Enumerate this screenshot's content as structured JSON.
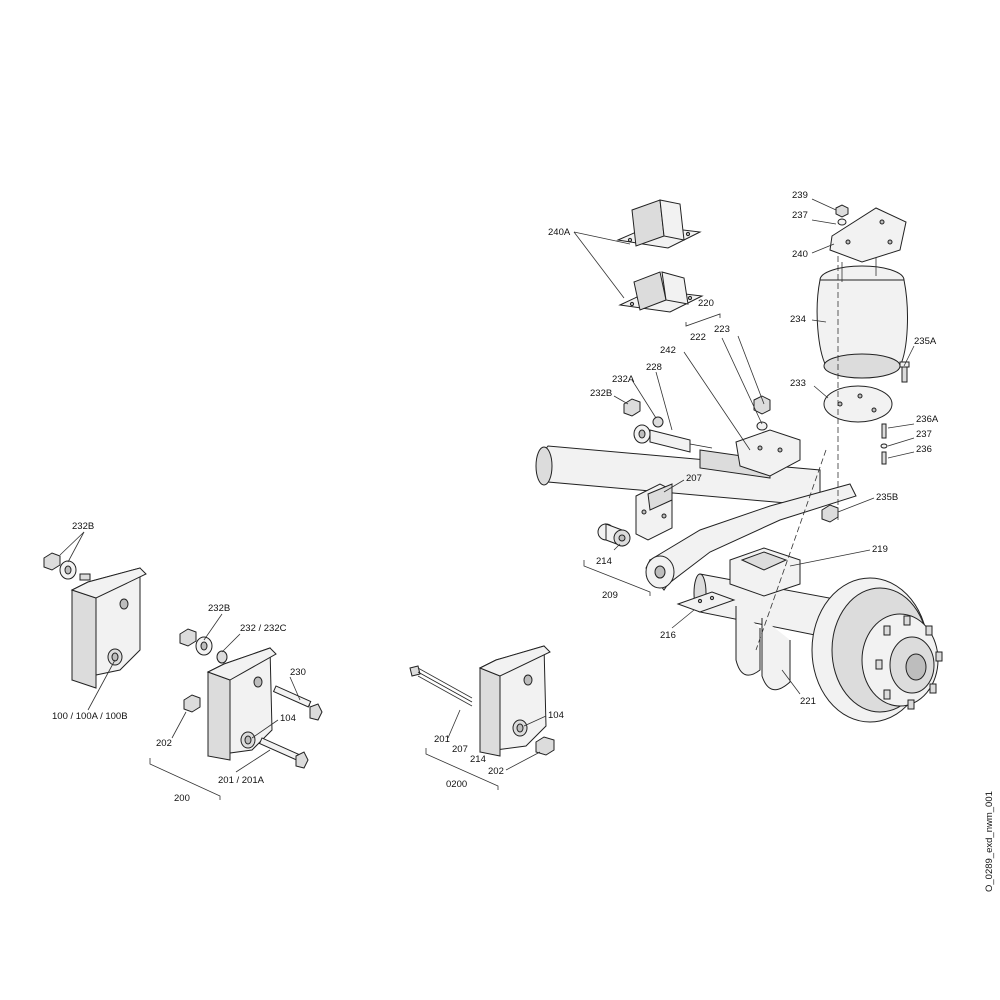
{
  "drawing_id": "O_0289_exd_nwm_001",
  "labels": {
    "l232B_a": "232B",
    "l100": "100 / 100A / 100B",
    "l232B_b": "232B",
    "l232": "232 / 232C",
    "l230": "230",
    "l104_a": "104",
    "l202_a": "202",
    "l201a": "201 / 201A",
    "l200": "200",
    "l201": "201",
    "l207_b": "207",
    "l214_b": "214",
    "l202_b": "202",
    "l0200": "0200",
    "l104_b": "104",
    "l240A": "240A",
    "l220": "220",
    "l222": "222",
    "l223": "223",
    "l242": "242",
    "l228": "228",
    "l232A": "232A",
    "l232B_c": "232B",
    "l207_c": "207",
    "l214_c": "214",
    "l209": "209",
    "l216": "216",
    "l221": "221",
    "l219": "219",
    "l235B": "235B",
    "l239": "239",
    "l237_a": "237",
    "l240": "240",
    "l234": "234",
    "l235A": "235A",
    "l233": "233",
    "l236A": "236A",
    "l237_b": "237",
    "l236": "236"
  }
}
